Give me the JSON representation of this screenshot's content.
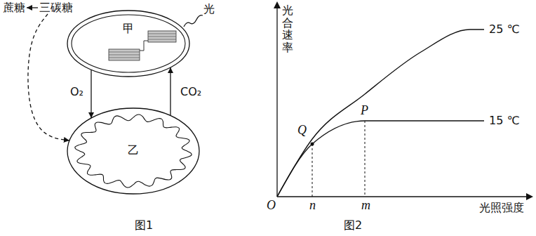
{
  "diagram": {
    "nodes": [
      {
        "text": [
          "蔗糖"
        ]
      },
      {
        "text": [
          "三碳糖"
        ]
      },
      {
        "text": [
          "甲"
        ]
      },
      {
        "text": [
          "乙"
        ]
      }
    ],
    "edges": [
      {
        "from": 1,
        "to": 0,
        "arrow": "to"
      },
      {
        "from": 1,
        "to": 3,
        "arrow": "to"
      },
      {
        "from": 2,
        "to": 3,
        "label": "O₂",
        "arrow": "to"
      },
      {
        "from": 3,
        "to": 2,
        "label": "CO₂",
        "arrow": "to"
      }
    ],
    "labels": [
      "光",
      "图1",
      "光合速率",
      "O",
      "n",
      "m",
      "Q",
      "P",
      "25 ℃",
      "15 ℃",
      "光照强度",
      "图2"
    ]
  }
}
